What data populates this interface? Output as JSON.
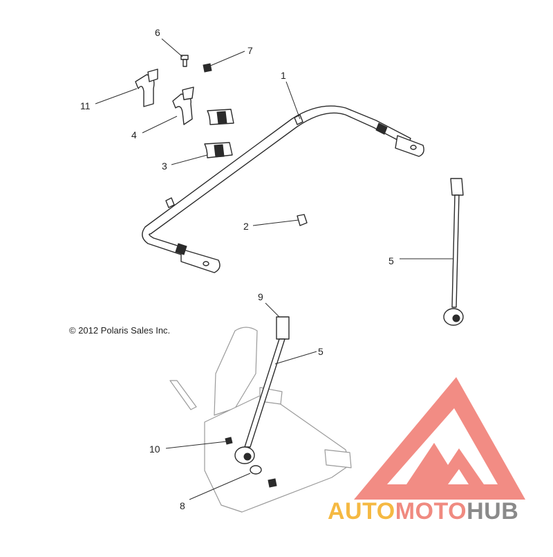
{
  "callouts": [
    {
      "id": "label-1",
      "text": "1"
    },
    {
      "id": "label-2",
      "text": "2"
    },
    {
      "id": "label-3",
      "text": "3"
    },
    {
      "id": "label-4",
      "text": "4"
    },
    {
      "id": "label-5-upper",
      "text": "5"
    },
    {
      "id": "label-5-lower",
      "text": "5"
    },
    {
      "id": "label-6",
      "text": "6"
    },
    {
      "id": "label-7",
      "text": "7"
    },
    {
      "id": "label-8",
      "text": "8"
    },
    {
      "id": "label-9",
      "text": "9"
    },
    {
      "id": "label-10",
      "text": "10"
    },
    {
      "id": "label-11",
      "text": "11"
    }
  ],
  "copyright": "© 2012 Polaris Sales Inc.",
  "watermark": {
    "text_auto": "AUTO",
    "text_moto": "MOTO",
    "text_hub": "HUB",
    "color_auto": "#f5b942",
    "color_moto": "#f08a80",
    "color_hub": "#8a8a8a",
    "logo_color": "#f28c84"
  }
}
